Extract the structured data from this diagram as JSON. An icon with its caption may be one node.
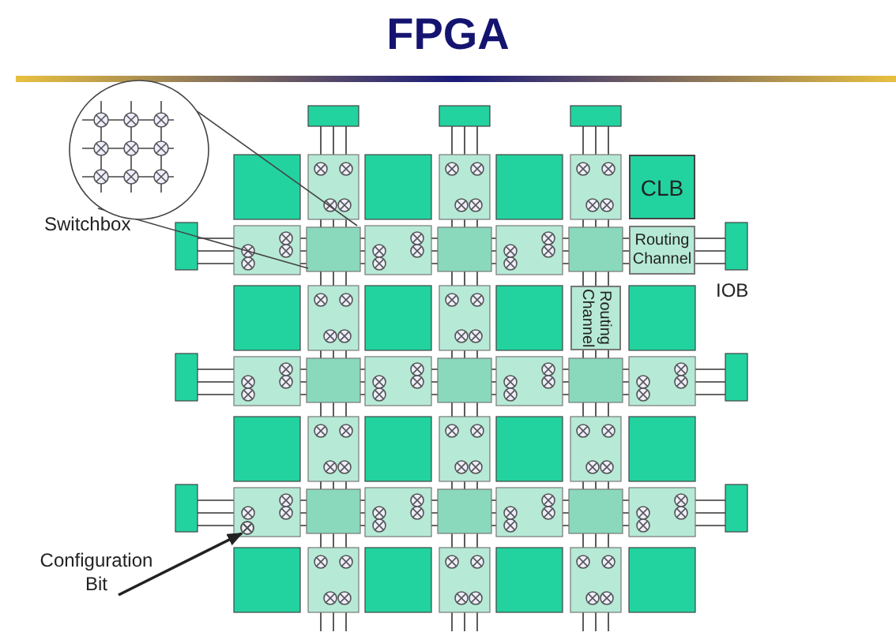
{
  "diagram": {
    "title": "FPGA",
    "nodes": [
      {
        "text": [
          "CLB"
        ]
      },
      {
        "text": [
          "Routing Channel"
        ]
      },
      {
        "text": [
          "Routing Channel"
        ]
      },
      {
        "text": [
          "Configuration Bit"
        ]
      },
      {
        "text": [],
        "shape": "circle"
      }
    ],
    "edges": [
      {
        "from": 3,
        "to": 4,
        "arrow": "to"
      }
    ],
    "labels": [
      "Switchbox",
      "IOB"
    ]
  }
}
